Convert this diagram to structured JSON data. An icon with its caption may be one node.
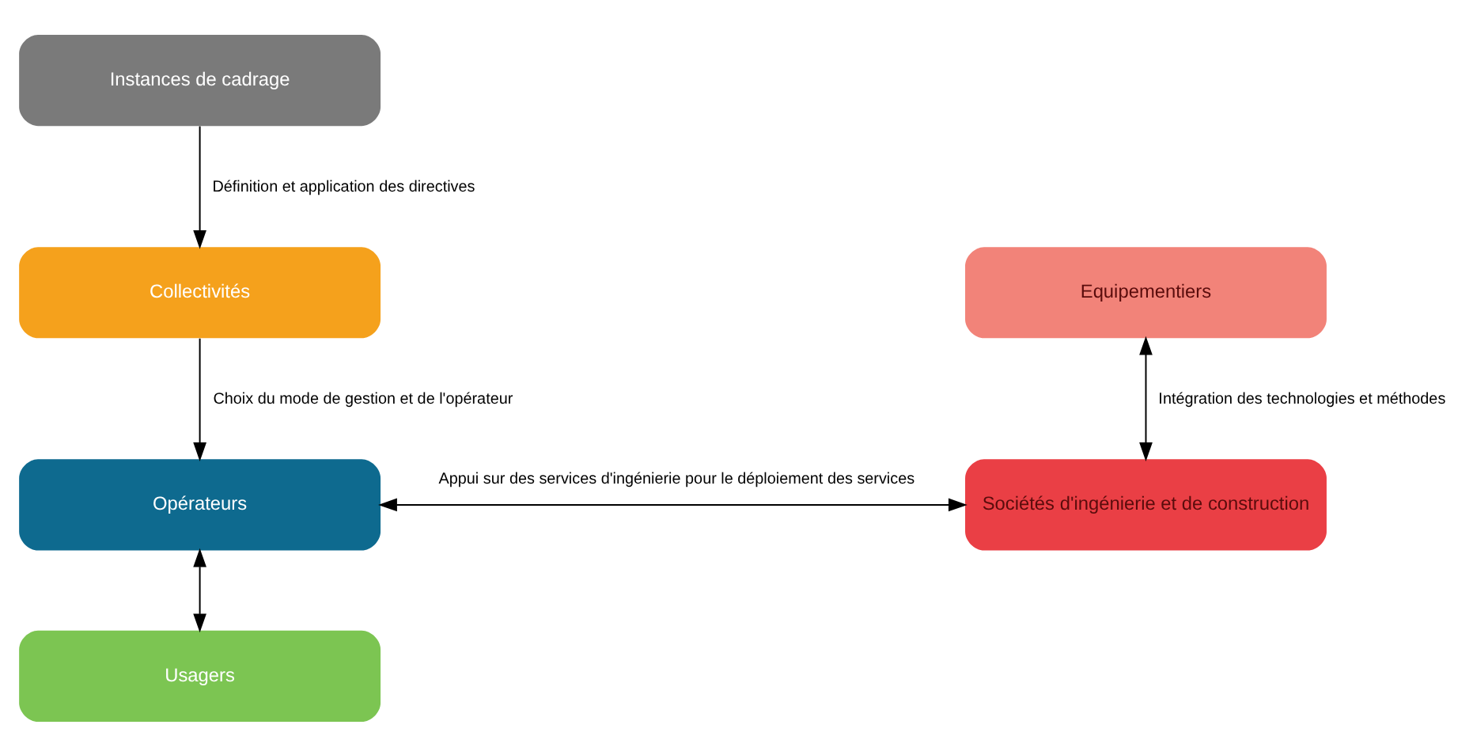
{
  "diagram": {
    "nodes": [
      {
        "text": [
          "Instances de cadrage"
        ]
      },
      {
        "text": [
          "Collectivités"
        ]
      },
      {
        "text": [
          "Opérateurs"
        ]
      },
      {
        "text": [
          "Equipementiers"
        ]
      },
      {
        "text": [
          "Sociétés d'ingénierie et de construction"
        ]
      },
      {
        "text": [
          "Usagers"
        ]
      }
    ],
    "edges": [
      {
        "from": 0,
        "to": 1,
        "arrow": "to",
        "label": "Définition et application des directives"
      },
      {
        "from": 1,
        "to": 2,
        "arrow": "to",
        "label": "Choix du mode de gestion et de l'opérateur"
      },
      {
        "from": 2,
        "to": 4,
        "arrow": "both",
        "label": "Appui sur des services d'ingénierie pour le déploiement des services"
      },
      {
        "from": 3,
        "to": 4,
        "arrow": "both",
        "label": "Intégration des technologies et méthodes"
      },
      {
        "from": 2,
        "to": 5,
        "arrow": "both"
      }
    ]
  }
}
